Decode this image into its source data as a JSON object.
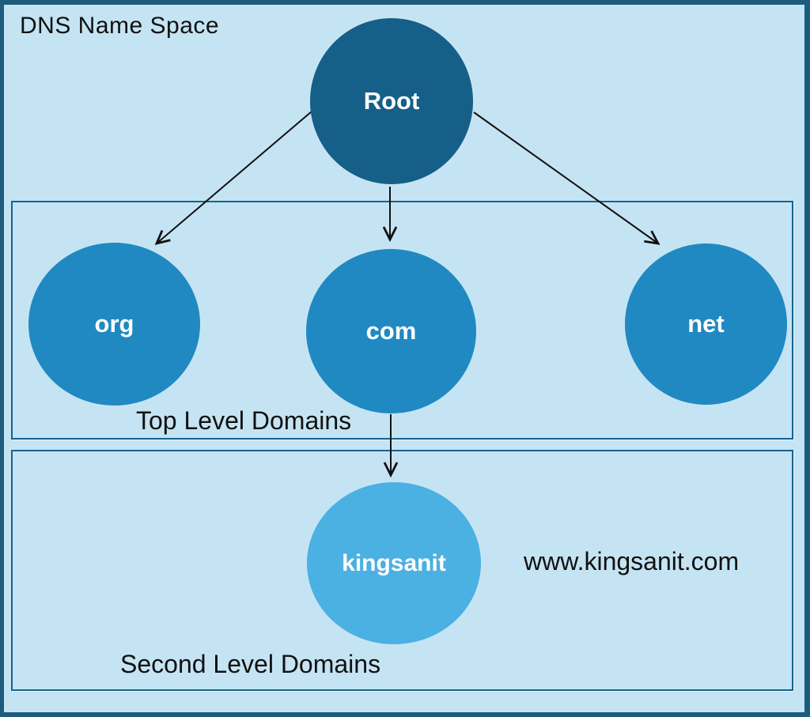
{
  "title": "DNS Name Space",
  "groups": {
    "top_level": {
      "label": "Top Level Domains"
    },
    "second_level": {
      "label": "Second Level Domains"
    }
  },
  "nodes": {
    "root": {
      "label": "Root",
      "color": "#155f88"
    },
    "org": {
      "label": "org",
      "color": "#2089c2"
    },
    "com": {
      "label": "com",
      "color": "#2089c2"
    },
    "net": {
      "label": "net",
      "color": "#2089c2"
    },
    "kingsanit": {
      "label": "kingsanit",
      "color": "#4bb0e2"
    }
  },
  "annotation": {
    "url": "www.kingsanit.com"
  },
  "edges": [
    {
      "from": "Root",
      "to": "org"
    },
    {
      "from": "Root",
      "to": "com"
    },
    {
      "from": "Root",
      "to": "net"
    },
    {
      "from": "com",
      "to": "kingsanit"
    }
  ],
  "colors": {
    "background": "#c5e4f3",
    "outer_border": "#1d5c7d",
    "box_border": "#17628f",
    "node_text": "#ffffff",
    "text": "#111111",
    "arrow": "#111111"
  }
}
